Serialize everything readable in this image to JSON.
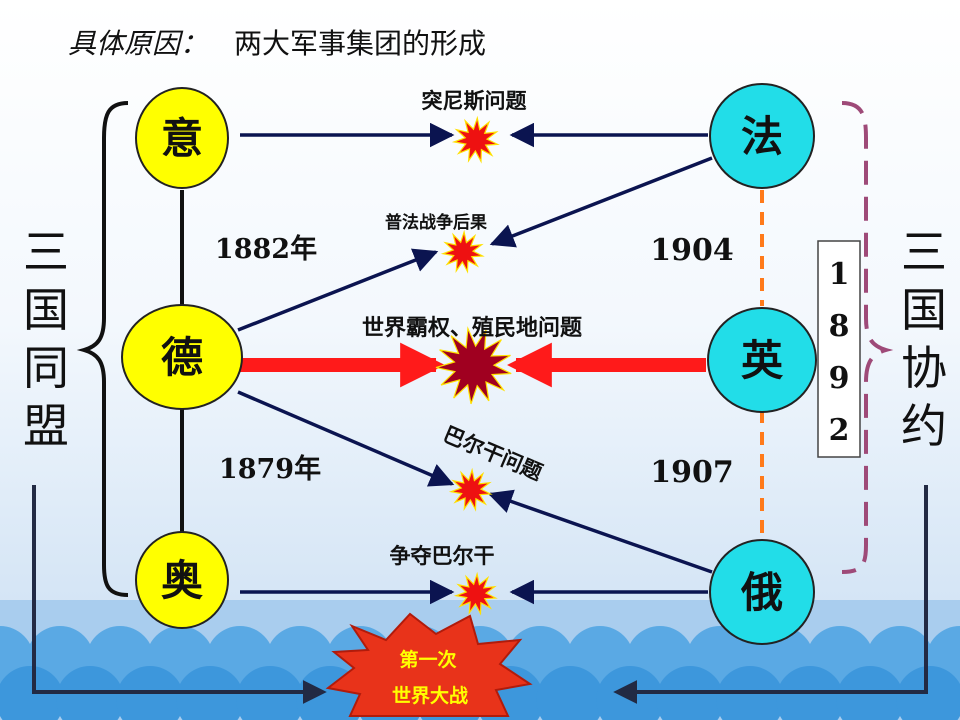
{
  "title": {
    "prefix": "具体原因：",
    "main": "两大军事集团的形成"
  },
  "countries": {
    "italy": "意",
    "germany": "德",
    "austria": "奥",
    "france": "法",
    "britain": "英",
    "russia": "俄"
  },
  "groups": {
    "triple_alliance": "三国同盟",
    "triple_entente": "三国协约"
  },
  "years": {
    "y1882": "1882年",
    "y1879": "1879年",
    "y1904": "1904",
    "y1907": "1907",
    "y1892": "1892"
  },
  "conflicts": {
    "morocco": "突尼斯问题",
    "franco_prussian": "普法战争后果",
    "hegemony": "世界霸权、殖民地问题",
    "balkans": "巴尔干问题",
    "balkans_contest": "争夺巴尔干"
  },
  "war": {
    "line1": "第一次",
    "line2": "世界大战"
  },
  "colors": {
    "alliance_circle": "#ffff00",
    "entente_circle": "#22dde8",
    "arrow_navy": "#0b1450",
    "arrow_red": "#ff1a1a",
    "burst_red": "#ee1111",
    "burst_dark": "#a00020",
    "dashed_orange": "#ff7a1a",
    "entente_bracket": "#9e4a78",
    "wave_blue": "#3d97dc",
    "war_blob": "#e8331a",
    "war_text": "#ffff00"
  }
}
